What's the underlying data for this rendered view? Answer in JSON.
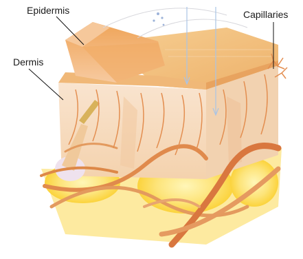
{
  "labels": {
    "epidermis": "Epidermis",
    "dermis": "Dermis",
    "capillaries": "Capillaries"
  },
  "colors": {
    "epidermis_top": "#f3c07a",
    "epidermis_side": "#eba45a",
    "dermis": "#f7dcc0",
    "dermis_shade": "#efc9a3",
    "vessel": "#e08a4c",
    "vessel_dark": "#c96a33",
    "fat": "#fde58a",
    "fat_bright": "#fbd33c",
    "leader_line": "#111111"
  }
}
